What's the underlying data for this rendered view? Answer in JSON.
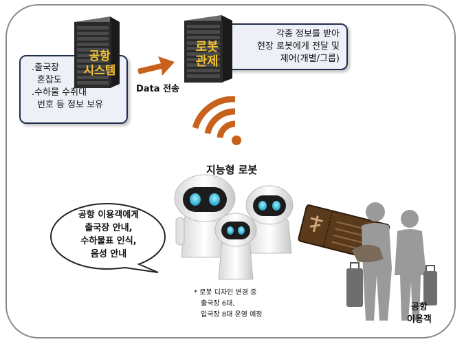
{
  "airport_system": {
    "label_line1": "공항",
    "label_line2": "시스템",
    "info_lines": [
      ".출국장",
      "혼잡도",
      ".수하물 수취대",
      "번호 등 정보 보유"
    ]
  },
  "robot_control": {
    "label_line1": "로봇",
    "label_line2": "관제",
    "info_lines": [
      "각종 정보를 받아",
      "현장 로봇에게 전달 및",
      "제어(개별/그룹)"
    ]
  },
  "transfer_label": "Data 전송",
  "robots_title": "지능형 로봇",
  "speech_lines": [
    "공항 이용객에게",
    "출국장 안내,",
    "수하물표 인식,",
    "음성 안내"
  ],
  "note_lines": [
    "* 로봇 디자인 변경 중",
    "출국장 6대,",
    "입국장 8대 운영 예정"
  ],
  "passenger_label_line1": "공항",
  "passenger_label_line2": "이용객",
  "colors": {
    "accent_orange": "#c8611c",
    "server_yellow": "#f2c233",
    "callout_border": "#1f2d4d",
    "robot_eye": "#2fb6d9"
  }
}
